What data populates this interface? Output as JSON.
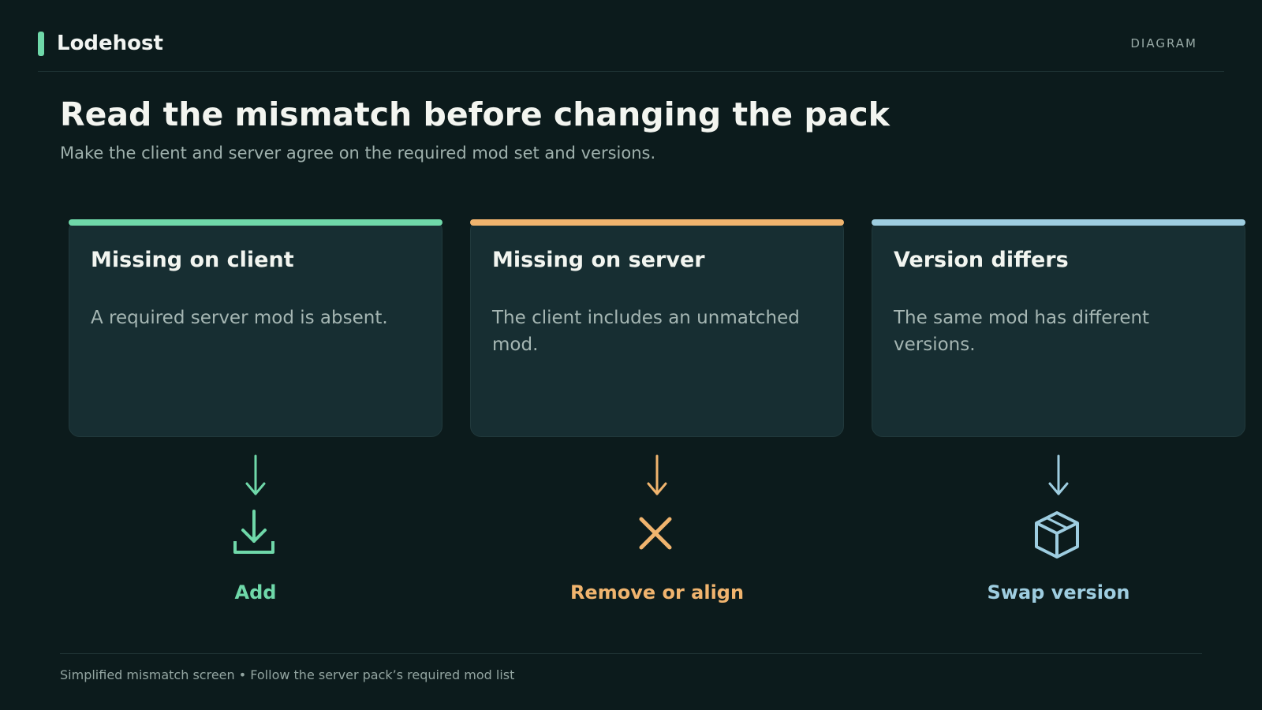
{
  "header": {
    "brand": "Lodehost",
    "tag": "DIAGRAM"
  },
  "title": "Read the mismatch before changing the pack",
  "subtitle": "Make the client and server agree on the required mod set and versions.",
  "colors": {
    "green": "#6fd8a9",
    "orange": "#f0b46e",
    "blue": "#9ecde0"
  },
  "cards": [
    {
      "title": "Missing on client",
      "text": "A required server mod is absent.",
      "outcome": "Add",
      "icon": "download-icon"
    },
    {
      "title": "Missing on server",
      "text": "The client includes an unmatched mod.",
      "outcome": "Remove or align",
      "icon": "close-icon"
    },
    {
      "title": "Version differs",
      "text": "The same mod has different versions.",
      "outcome": "Swap version",
      "icon": "package-icon"
    }
  ],
  "footer": "Simplified mismatch screen • Follow the server pack’s required mod list"
}
